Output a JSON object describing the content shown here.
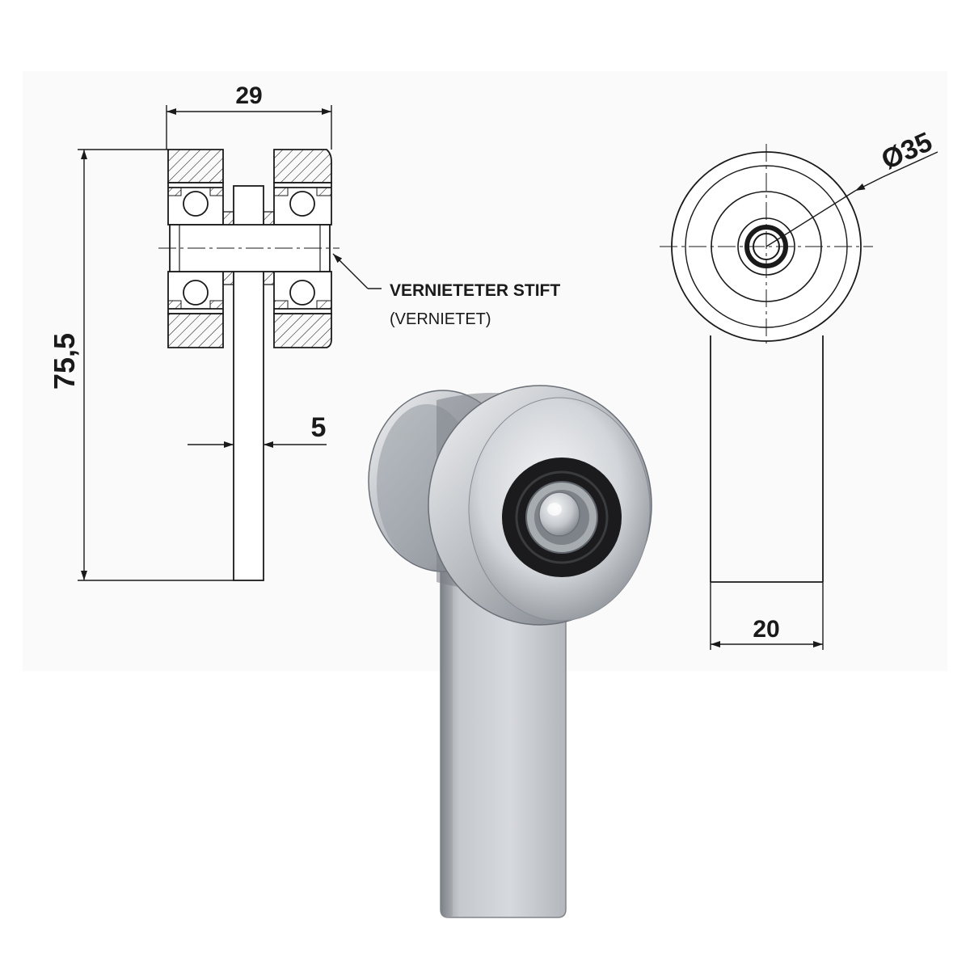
{
  "dimensions": {
    "width_total": "29",
    "height_total": "75,5",
    "plate_thickness": "5",
    "wheel_diameter": "Ø35",
    "plate_width": "20"
  },
  "callout": {
    "title": "VERNIETETER STIFT",
    "subtitle": "(VERNIETET)"
  },
  "colors": {
    "line": "#1a1a1a",
    "metal_light": "#e4e6e9",
    "metal_mid": "#b9bdc2",
    "metal_dark": "#6f757c",
    "seal": "#1b1b1d"
  }
}
